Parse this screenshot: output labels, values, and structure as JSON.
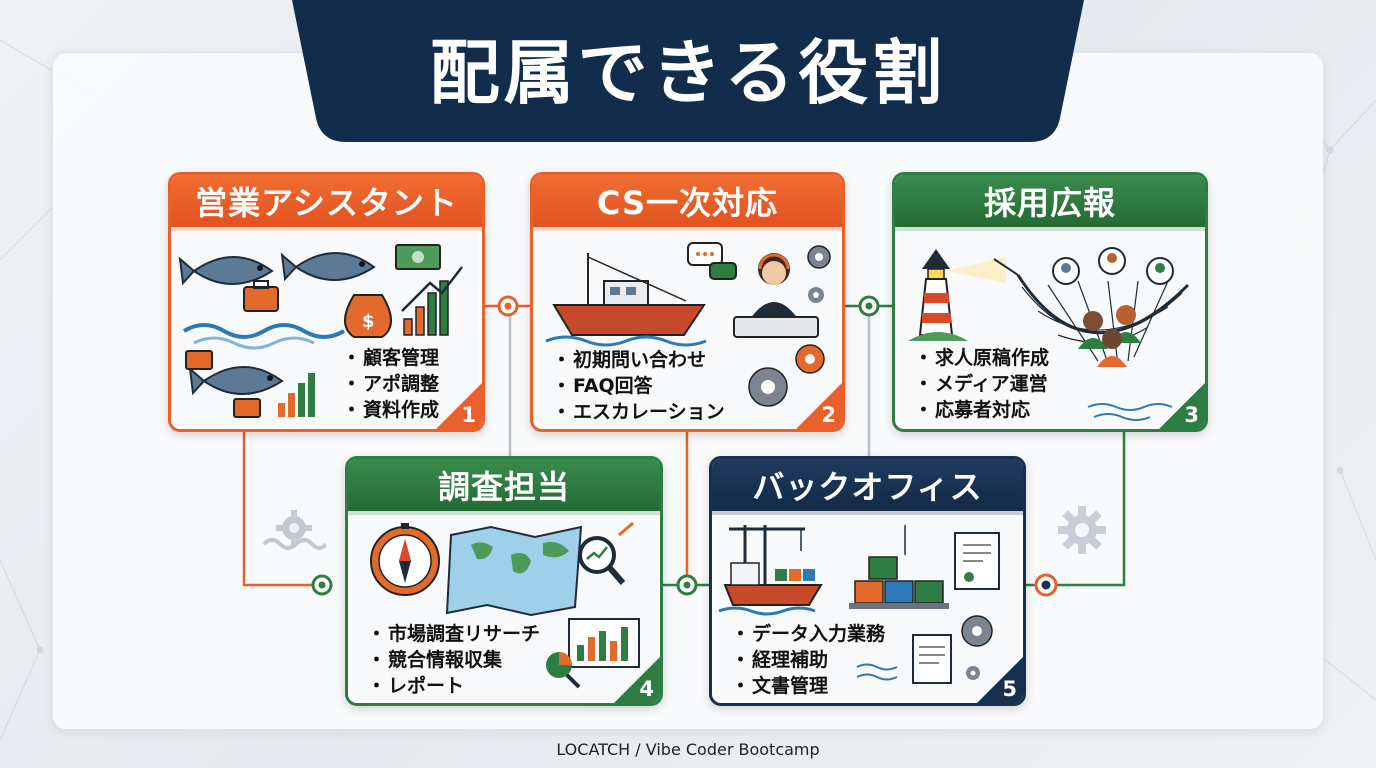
{
  "title": "配属できる役割",
  "footer": "LOCATCH / Vibe Coder Bootcamp",
  "colors": {
    "orange": "#e9602c",
    "green": "#2e7d42",
    "navy": "#17304f",
    "title_bg": "#122c4c"
  },
  "roles": [
    {
      "number": "1",
      "title": "営業アシスタント",
      "color": "orange",
      "icons": [
        "fish-icon",
        "briefcase-icon",
        "money-bag-icon",
        "banknote-icon",
        "growth-chart-icon"
      ],
      "items": [
        "顧客管理",
        "アポ調整",
        "資料作成"
      ]
    },
    {
      "number": "2",
      "title": "CS一次対応",
      "color": "orange",
      "icons": [
        "fishing-boat-icon",
        "headset-operator-icon",
        "chat-bubble-icon",
        "gear-icon"
      ],
      "items": [
        "初期問い合わせ",
        "FAQ回答",
        "エスカレーション"
      ]
    },
    {
      "number": "3",
      "title": "採用広報",
      "color": "green",
      "icons": [
        "lighthouse-icon",
        "fishing-net-icon",
        "people-icon"
      ],
      "items": [
        "求人原稿作成",
        "メディア運営",
        "応募者対応"
      ]
    },
    {
      "number": "4",
      "title": "調査担当",
      "color": "green",
      "icons": [
        "compass-icon",
        "world-map-icon",
        "magnifier-icon",
        "bar-chart-icon"
      ],
      "items": [
        "市場調査リサーチ",
        "競合情報収集",
        "レポート"
      ]
    },
    {
      "number": "5",
      "title": "バックオフィス",
      "color": "navy",
      "icons": [
        "cargo-ship-icon",
        "port-crane-icon",
        "container-icon",
        "document-icon",
        "gear-icon"
      ],
      "items": [
        "データ入力業務",
        "経理補助",
        "文書管理"
      ]
    }
  ]
}
